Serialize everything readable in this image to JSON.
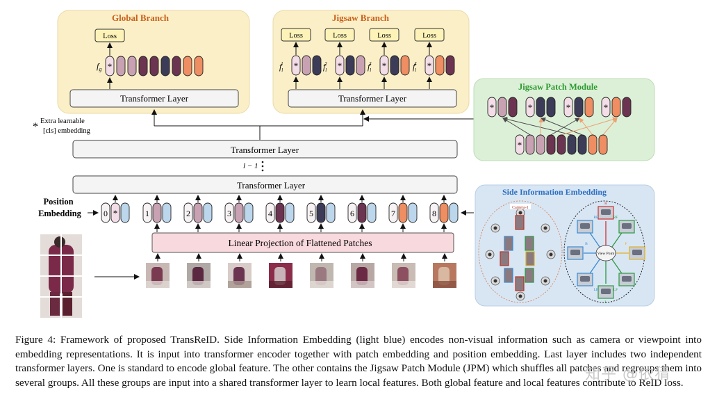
{
  "figure": {
    "global_branch": {
      "title": "Global Branch",
      "loss": "Loss",
      "feature_label": "f",
      "feature_sub": "g",
      "layer": "Transformer Layer"
    },
    "jigsaw_branch": {
      "title": "Jigsaw Branch",
      "layer": "Transformer Layer",
      "groups": [
        {
          "loss": "Loss",
          "label": "f",
          "sub": "l",
          "sup": "1"
        },
        {
          "loss": "Loss",
          "label": "f",
          "sub": "l",
          "sup": "2"
        },
        {
          "loss": "Loss",
          "label": "f",
          "sub": "l",
          "sup": "3"
        },
        {
          "loss": "Loss",
          "label": "f",
          "sub": "l",
          "sup": "4"
        }
      ]
    },
    "jpm": {
      "title": "Jigsaw Patch Module"
    },
    "cls_note": {
      "star": "*",
      "line1": "Extra learnable",
      "line2": "[cls] embedding"
    },
    "encoder": {
      "top_layer": "Transformer Layer",
      "bottom_layer": "Transformer Layer",
      "depth_label": "l − 1"
    },
    "position": {
      "line1": "Position",
      "line2": "Embedding",
      "indices": [
        "0",
        "1",
        "2",
        "3",
        "4",
        "5",
        "6",
        "7",
        "8"
      ]
    },
    "projection": {
      "label": "Linear Projection of Flattened Patches"
    },
    "side_info": {
      "title": "Side Information Embedding",
      "camera_title": "Camera-1",
      "view_center": "View Point",
      "view_labels": [
        "R",
        "RF",
        "F",
        "LF",
        "L",
        "LB",
        "B",
        "RB"
      ]
    },
    "token": {
      "star": "*"
    },
    "colors": {
      "global_bg": "#fbefc8",
      "jpm_bg": "#dcf0d8",
      "side_bg": "#d8e6f4",
      "pink_light": "#f3dde6",
      "mauve": "#c8a2b2",
      "plum": "#6b3450",
      "navy": "#3c3c58",
      "orange": "#ee8e62",
      "light_blue": "#bcd6ec",
      "proj_fill": "#f8d9dd",
      "green_title": "#2d9a30",
      "orange_title": "#c8601a",
      "blue_title": "#2c6fc0"
    }
  },
  "caption": {
    "lines": [
      "Figure 4: Framework of proposed TransReID. Side Information Embedding (light blue) encodes non-visual information such as camera",
      "or viewpoint into embedding representations. It is input into transformer encoder together with patch embedding and position embedding.",
      "Last layer includes two independent transformer layers. One is standard to encode global feature. The other contains the Jigsaw Patch",
      "Module (JPM) which shuffles all patches and regroups them into several groups. All these groups are input into a shared transformer layer",
      "to learn local features. Both global feature and local features contribute to ReID loss."
    ]
  },
  "watermark": "知乎 @依猜"
}
